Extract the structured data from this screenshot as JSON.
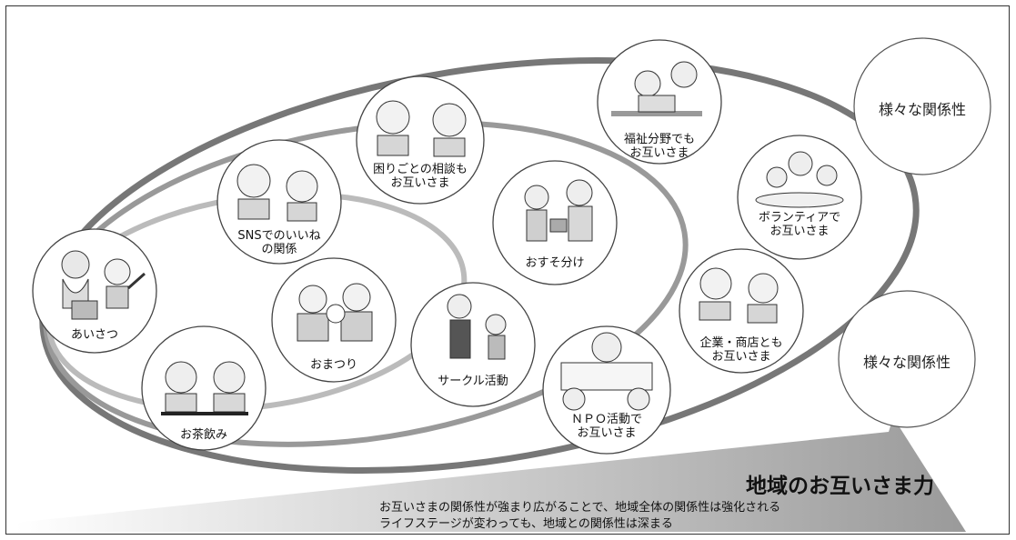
{
  "nodes": {
    "aisatsu": "あいさつ",
    "ochanomi": "お茶飲み",
    "omatsuri": "おまつり",
    "sns": [
      "SNSでのいいね",
      "の関係"
    ],
    "komarigoto": [
      "困りごとの相談も",
      "お互いさま"
    ],
    "circle_activity": "サークル活動",
    "osusowake": "おすそ分け",
    "npo": [
      "ＮＰＯ活動で",
      "お互いさま"
    ],
    "fukushi": [
      "福祉分野でも",
      "お互いさま"
    ],
    "volunteer": [
      "ボランティアで",
      "お互いさま"
    ],
    "kigyo": [
      "企業・商店とも",
      "お互いさま"
    ]
  },
  "various_top": "様々な関係性",
  "various_bottom": "様々な関係性",
  "footer": {
    "title": "地域のお互いさま力",
    "line1": "お互いさまの関係性が強まり広がることで、地域全体の関係性は強化される",
    "line2": "ライフステージが変わっても、地域との関係性は深まる"
  }
}
